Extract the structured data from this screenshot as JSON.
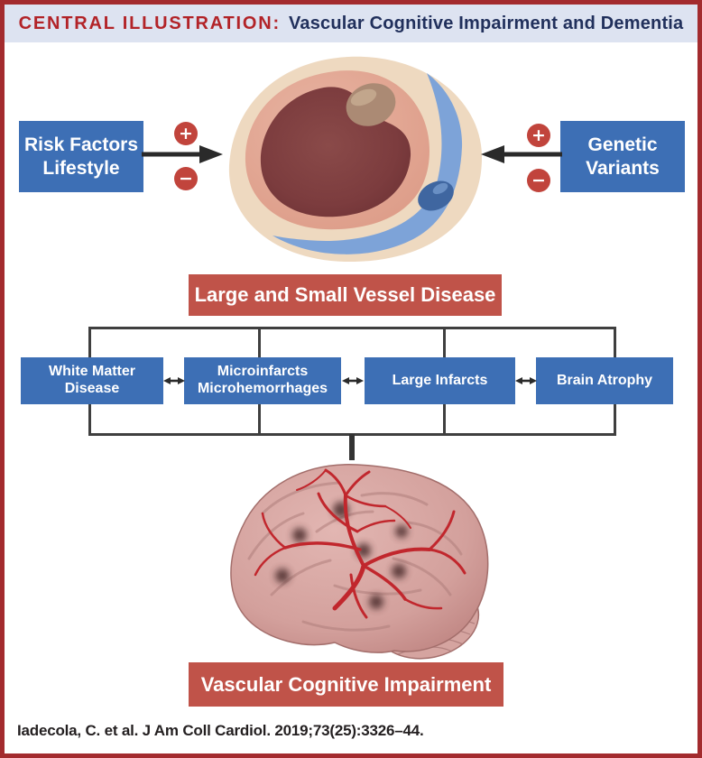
{
  "header": {
    "label": "CENTRAL ILLUSTRATION:",
    "title": "Vascular Cognitive Impairment and Dementia"
  },
  "causes": {
    "left_box": {
      "line1": "Risk Factors",
      "line2": "Lifestyle"
    },
    "right_box": {
      "line1": "Genetic",
      "line2": "Variants"
    }
  },
  "symbols": {
    "plus": "+",
    "minus": "−"
  },
  "mid_banner": "Large and Small Vessel Disease",
  "pathology_boxes": [
    {
      "line1": "White Matter",
      "line2": "Disease"
    },
    {
      "line1": "Microinfarcts",
      "line2": "Microhemorrhages"
    },
    {
      "line1": "Large Infarcts"
    },
    {
      "line1": "Brain Atrophy"
    }
  ],
  "bottom_banner": "Vascular Cognitive Impairment",
  "citation": "Iadecola, C. et al. J Am Coll Cardiol. 2019;73(25):3326–44.",
  "illustrations": {
    "vessel": "artery-cross-section-with-plaque-and-vein",
    "brain": "brain-lateral-view-with-arteries-infarcts"
  },
  "colors": {
    "border_red": "#a32b2e",
    "header_bg": "#dde3f1",
    "header_label_red": "#b22328",
    "header_title_navy": "#21305c",
    "box_blue": "#3d6fb5",
    "banner_red": "#c05349",
    "badge_red": "#c1443c",
    "line_dark": "#3f3f3f"
  }
}
